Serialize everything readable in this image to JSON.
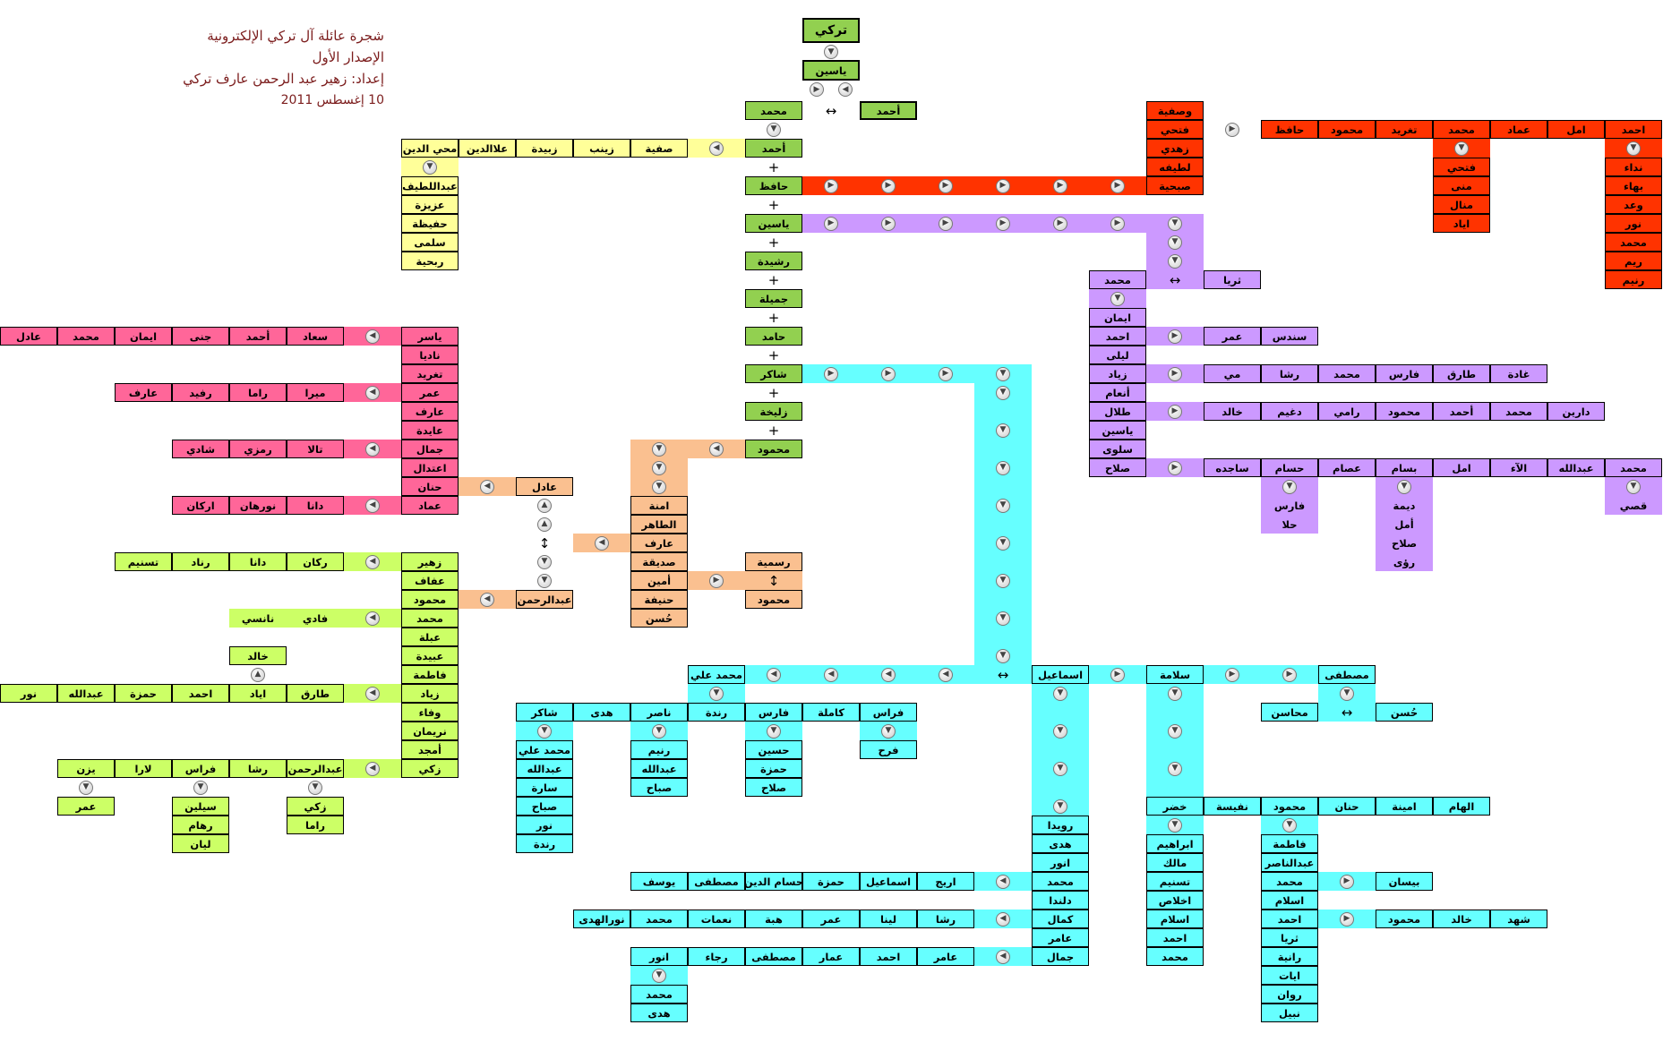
{
  "colors": {
    "G": "#92d050",
    "Y": "#ffff99",
    "R": "#ff3300",
    "P": "#cc99ff",
    "K": "#ff6699",
    "O": "#fac090",
    "L": "#ccff66",
    "C": "#66ffff"
  },
  "symbols": {
    "plus": "+",
    "spouse": "↔",
    "updown": "↕"
  },
  "title": {
    "name": "شجرة عائلة آل تركي الإلكترونية",
    "edition": "الإصدار الأول",
    "author": "إعداد: زهير عبد الرحمن عارف تركي",
    "date": "10 إغسطس 2011"
  },
  "top": {
    "root": "تركي",
    "yasin": "ياسين",
    "muhammad": "محمد",
    "ahmad": "أحمد"
  },
  "line": [
    "أحمد",
    "حافظ",
    "ياسين",
    "رشيدة",
    "جميلة",
    "حامد",
    "شاكر",
    "زليخة",
    "محمود"
  ],
  "yellow": {
    "row": [
      "صفية",
      "زينب",
      "زبيدة",
      "علاالدين",
      "محي الدين"
    ],
    "col": [
      "عبداللطيف",
      "عزيزة",
      "حفيظة",
      "سلمى",
      "ربحية"
    ]
  },
  "red": {
    "col": [
      "وصفية",
      "فتحي",
      "زهدي",
      "لطيفه",
      "صبحية"
    ],
    "row": [
      "حافظ",
      "محمود",
      "تغريد",
      "محمد",
      "عماد",
      "امل",
      "احمد"
    ],
    "mohammad": [
      "فتحي",
      "منى",
      "منال",
      "اياد"
    ],
    "ahmad": [
      "نداء",
      "بهاء",
      "وعد",
      "نور",
      "محمد",
      "ريم",
      "رنيم"
    ]
  },
  "purple": {
    "couple": [
      "محمد",
      "ثريا"
    ],
    "children": [
      "ايمان",
      "احمد",
      "ليلى",
      "زياد",
      "أنعام",
      "طلال",
      "ياسين",
      "سلوى",
      "صلاح"
    ],
    "ahmad": [
      "عمر",
      "سندس"
    ],
    "ziad": [
      "مي",
      "رشا",
      "محمد",
      "فارس",
      "طارق",
      "غادة"
    ],
    "talal": [
      "خالد",
      "دغيم",
      "رامي",
      "محمود",
      "أحمد",
      "محمد",
      "دارين"
    ],
    "salah": [
      "ساجده",
      "حسام",
      "عصام",
      "بسام",
      "امل",
      "الآء",
      "عبدالله",
      "محمد"
    ],
    "husam": [
      "فارس",
      "حلا"
    ],
    "bassam": [
      "ديمة",
      "أمل",
      "صلاح",
      "رؤى"
    ],
    "mohammad": [
      "قصي"
    ]
  },
  "pink": {
    "col": [
      "ياسر",
      "ناديا",
      "تغريد",
      "عمر",
      "عارف",
      "عايدة",
      "جمال",
      "اعتدال",
      "حنان",
      "عماد"
    ],
    "yaser": [
      "سعاد",
      "أحمد",
      "جنى",
      "ايمان",
      "محمد",
      "عادل"
    ],
    "omar": [
      "ميرا",
      "راما",
      "رفيد",
      "عارف"
    ],
    "jamal": [
      "تالا",
      "رمزي",
      "شادي"
    ],
    "imad": [
      "دانا",
      "نورهان",
      "اركان"
    ]
  },
  "peach": {
    "adel": "عادل",
    "abdulrahman": "عبدالرحمن",
    "col": [
      "امنة",
      "الطاهر",
      "عارف",
      "صديقة",
      "أمين",
      "حنيفة",
      "حُسن"
    ],
    "rasmiya": "رسمية",
    "mahmoud": "محمود"
  },
  "lime": {
    "col": [
      "زهير",
      "عفاف",
      "محمود",
      "محمد",
      "عبلة",
      "عبيدة",
      "فاطمة",
      "زياد",
      "وفاء",
      "نريمان",
      "أمجد",
      "زكي"
    ],
    "zuhair": [
      "ركان",
      "دانا",
      "رناد",
      "تسنيم"
    ],
    "mohammad": [
      "فادي",
      "نانسي"
    ],
    "khaled": "خالد",
    "ziad": [
      "طارق",
      "اياد",
      "احمد",
      "حمزة",
      "عبدالله",
      "نور"
    ],
    "zaki": [
      "عبدالرحمن",
      "رشا",
      "فراس",
      "لارا",
      "يزن"
    ],
    "yazan": [
      "عمر"
    ],
    "firas": [
      "سيلين",
      "رهام",
      "ليان"
    ],
    "abdulrahman": [
      "زكي",
      "راما"
    ]
  },
  "cyan": {
    "mohammad_ali": "محمد علي",
    "ismail": "اسماعيل",
    "salama": "سلامة",
    "mustafa": "مصطفى",
    "ma_children": [
      "شاكر",
      "هدى",
      "ناصر",
      "رندة",
      "فارس",
      "كاملة",
      "فراس"
    ],
    "shaker": [
      "محمد علي",
      "عبدالله",
      "سارة",
      "صباح",
      "نور",
      "رندة"
    ],
    "naser": [
      "رنيم",
      "عبدالله",
      "صباح"
    ],
    "fares": [
      "حسين",
      "حمزة",
      "صلاح"
    ],
    "firas": [
      "فرح"
    ],
    "couple": [
      "محاسن",
      "حُسن"
    ],
    "ismail_children": [
      "رويدا",
      "هدى",
      "انور",
      "محمد",
      "دلندا",
      "كمال",
      "عامر",
      "جمال"
    ],
    "mohammad": [
      "اريج",
      "اسماعيل",
      "حمزة",
      "حسام الدين",
      "مصطفى",
      "يوسف"
    ],
    "kamal": [
      "رشا",
      "لينا",
      "عمر",
      "هبة",
      "نعمات",
      "محمد",
      "نورالهدى"
    ],
    "jamal": [
      "عامر",
      "احمد",
      "عمار",
      "مصطفى",
      "رجاء",
      "انور"
    ],
    "anwar": [
      "محمد",
      "هدى"
    ],
    "salama_children": [
      "خضر",
      "نفيسة",
      "محمود",
      "حنان",
      "امينة",
      "الهام"
    ],
    "khader": [
      "ابراهيم",
      "مالك",
      "تسنيم",
      "اخلاص",
      "اسلام",
      "احمد",
      "محمد"
    ],
    "mahmoud": [
      "فاطمة",
      "عبدالناصر",
      "محمد",
      "اسلام",
      "احمد",
      "ثريا",
      "رانية",
      "ايات",
      "روان",
      "نبيل"
    ],
    "m_mohammad": [
      "بيسان"
    ],
    "m_ahmad": [
      "محمود",
      "خالد",
      "شهد"
    ]
  }
}
